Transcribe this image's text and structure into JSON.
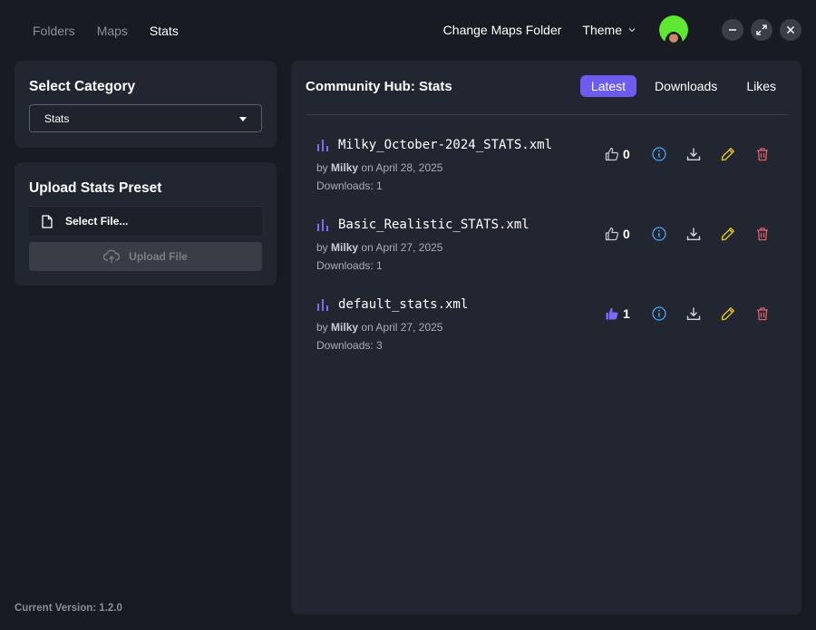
{
  "nav": {
    "items": [
      {
        "label": "Folders",
        "active": false
      },
      {
        "label": "Maps",
        "active": false
      },
      {
        "label": "Stats",
        "active": true
      }
    ]
  },
  "header": {
    "change_folder": "Change Maps Folder",
    "theme": "Theme"
  },
  "category": {
    "title": "Select Category",
    "selected": "Stats"
  },
  "upload": {
    "title": "Upload Stats Preset",
    "select_file": "Select File...",
    "upload_button": "Upload File"
  },
  "hub": {
    "title": "Community Hub: Stats",
    "tabs": [
      "Latest",
      "Downloads",
      "Likes"
    ],
    "items": [
      {
        "name": "Milky_October-2024_STATS.xml",
        "by": "by",
        "author": "Milky",
        "date": "on April 28, 2025",
        "downloads": "Downloads: 1",
        "likes": "0",
        "liked": false
      },
      {
        "name": "Basic_Realistic_STATS.xml",
        "by": "by",
        "author": "Milky",
        "date": "on April 27, 2025",
        "downloads": "Downloads: 1",
        "likes": "0",
        "liked": false
      },
      {
        "name": "default_stats.xml",
        "by": "by",
        "author": "Milky",
        "date": "on April 27, 2025",
        "downloads": "Downloads: 3",
        "likes": "1",
        "liked": true
      }
    ]
  },
  "footer": {
    "version": "Current Version: 1.2.0"
  },
  "colors": {
    "accent": "#6c5cf0",
    "info": "#4aa3f0",
    "edit": "#e5c12a",
    "delete": "#e06070"
  }
}
